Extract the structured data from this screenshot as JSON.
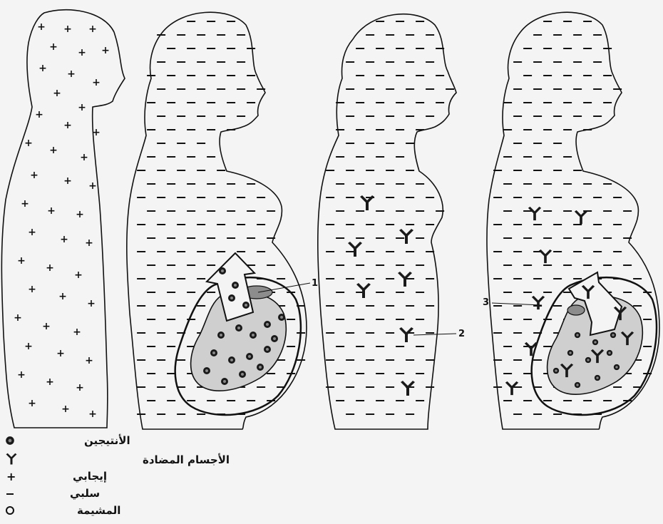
{
  "callouts": {
    "c1": "1",
    "c2": "2",
    "c3": "3"
  },
  "legend": {
    "antigen": "الأنتيجين",
    "antibodies": "الأجسام المضادة",
    "positive": "إيجابي",
    "negative": "سلبي",
    "placenta": "المشيمة"
  },
  "colors": {
    "ink": "#111111",
    "paper": "#f4f4f4",
    "shade": "#bdbdbd"
  }
}
